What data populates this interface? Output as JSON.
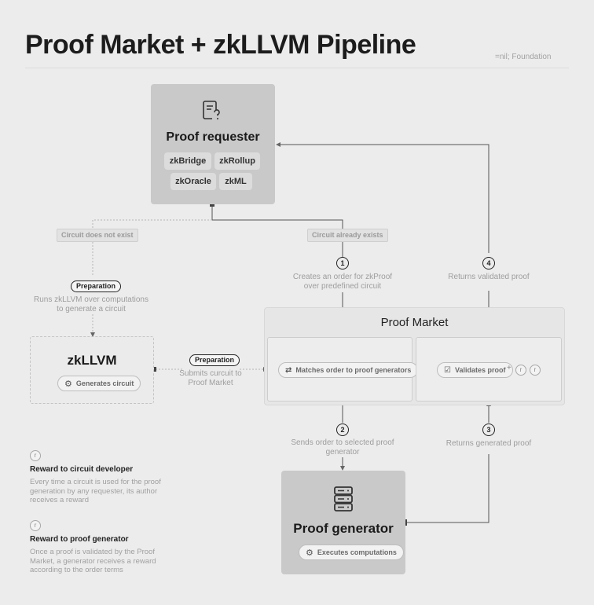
{
  "header": {
    "title": "Proof Market + zkLLVM Pipeline",
    "brand": "=nil; Foundation"
  },
  "requester": {
    "title": "Proof requester",
    "icon": "document-question-icon",
    "items": [
      "zkBridge",
      "zkRollup",
      "zkOracle",
      "zkML"
    ]
  },
  "tags": {
    "not_exist": "Circuit does not exist",
    "exists": "Circuit already exists"
  },
  "steps": {
    "s1": {
      "num": "1",
      "text": "Creates an order for zkProof over predefined circuit"
    },
    "s2": {
      "num": "2",
      "text": "Sends order to selected proof generator"
    },
    "s3": {
      "num": "3",
      "text": "Returns generated proof"
    },
    "s4": {
      "num": "4",
      "text": "Returns validated proof"
    }
  },
  "preparation": {
    "label": "Preparation",
    "run_text": "Runs zkLLVM over computations to generate a circuit",
    "submit_text": "Submits curcuit to Proof Market"
  },
  "zkllvm": {
    "title": "zkLLVM",
    "chip": "Generates circuit"
  },
  "market": {
    "title": "Proof Market",
    "match_chip": "Matches order to proof generators",
    "validate_chip": "Validates proof",
    "plus": "+",
    "coin": "r"
  },
  "generator": {
    "title": "Proof generator",
    "icon": "server-icon",
    "chip": "Executes computations"
  },
  "legend": {
    "coin": "r",
    "dev_title": "Reward to circuit developer",
    "dev_text": "Every time a circuit is used for the proof generation by any requester, its author receives a reward",
    "gen_title": "Reward to proof generator",
    "gen_text": "Once a proof is validated by the Proof Market, a generator receives a reward according to the order terms"
  },
  "colors": {
    "background": "#ececec",
    "card_dark": "#c9c9c9",
    "card_light": "#ececec",
    "connector": "#555555",
    "connector_light": "#b5b5b5"
  }
}
